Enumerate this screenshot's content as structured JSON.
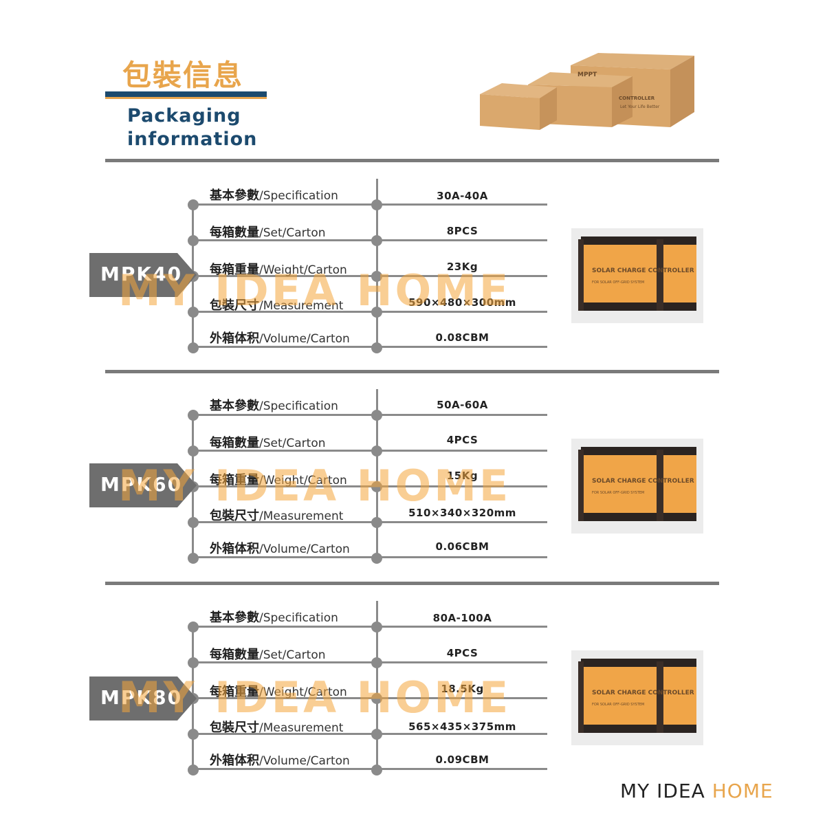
{
  "header": {
    "title_cn": "包裝信息",
    "title_en_line1": "Packaging",
    "title_en_line2": "information"
  },
  "illustration_texts": {
    "box_brand": "MPPT",
    "box_label": "CONTROLLER",
    "box_slogan": "Let Your Life Better"
  },
  "product_box_texts": {
    "title": "SOLAR CHARGE CONTROLLER",
    "subtitle": "FOR SOLAR OFF-GRID SYSTEM"
  },
  "labels": {
    "spec_cn": "基本參數",
    "spec_en": "/Specification",
    "set_cn": "每箱數量",
    "set_en": "/Set/Carton",
    "weight_cn": "每箱重量",
    "weight_en": "/Weight/Carton",
    "meas_cn": "包裝尺寸",
    "meas_en": "/Measurement",
    "vol_cn": "外箱体积",
    "vol_en": "/Volume/Carton"
  },
  "sections": [
    {
      "model": "MPK40",
      "specification": "30A-40A",
      "set_carton": "8PCS",
      "weight_carton": "23Kg",
      "measurement": "590×480×300mm",
      "volume_carton": "0.08CBM"
    },
    {
      "model": "MPK60",
      "specification": "50A-60A",
      "set_carton": "4PCS",
      "weight_carton": "15Kg",
      "measurement": "510×340×320mm",
      "volume_carton": "0.06CBM"
    },
    {
      "model": "MPK80",
      "specification": "80A-100A",
      "set_carton": "4PCS",
      "weight_carton": "18.5Kg",
      "measurement": "565×435×375mm",
      "volume_carton": "0.09CBM"
    }
  ],
  "watermark": "MY IDEA HOME",
  "brand": {
    "part1": "MY IDEA ",
    "part2": "HOME"
  },
  "colors": {
    "accent_orange": "#e8a54c",
    "navy": "#1c4a6e",
    "line_gray": "#8a8a8a",
    "tag_gray": "#6e6e6e"
  }
}
